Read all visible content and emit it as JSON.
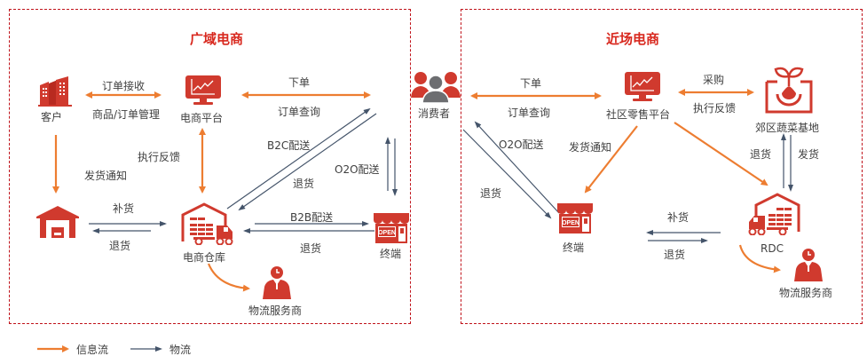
{
  "colors": {
    "info_flow": "#ed7d31",
    "logistics_flow": "#44546a",
    "icon_red": "#d03a2e",
    "frame": "#c0121a",
    "title": "#d8281e"
  },
  "left_panel": {
    "title": "广域电商",
    "nodes": {
      "customer": "客户",
      "platform": "电商平台",
      "warehouse": "电商仓库",
      "terminal": "终端",
      "logistics": "物流服务商"
    },
    "edges": {
      "order_receive": "订单接收",
      "goods_order_mgmt": "商品/订单管理",
      "place_order": "下单",
      "order_query": "订单查询",
      "exec_feedback": "执行反馈",
      "ship_notice": "发货通知",
      "restock": "补货",
      "return_1": "退货",
      "b2c_delivery": "B2C配送",
      "return_2": "退货",
      "o2o_delivery": "O2O配送",
      "b2b_delivery": "B2B配送",
      "return_3": "退货"
    }
  },
  "consumer": "消费者",
  "right_panel": {
    "title": "近场电商",
    "nodes": {
      "platform": "社区零售平台",
      "farm": "郊区蔬菜基地",
      "terminal": "终端",
      "rdc": "RDC",
      "logistics": "物流服务商"
    },
    "edges": {
      "place_order": "下单",
      "order_query": "订单查询",
      "purchase": "采购",
      "exec_feedback": "执行反馈",
      "o2o_delivery": "O2O配送",
      "ship_notice": "发货通知",
      "return_1": "退货",
      "return_2": "退货",
      "ship": "发货",
      "restock": "补货",
      "return_3": "退货"
    }
  },
  "legend": {
    "info_flow": "信息流",
    "logistics_flow": "物流"
  }
}
